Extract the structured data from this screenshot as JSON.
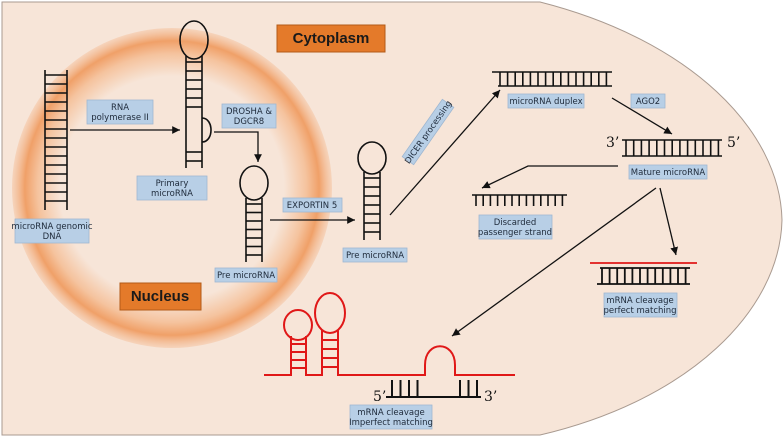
{
  "regions": {
    "cytoplasm": "Cytoplasm",
    "nucleus": "Nucleus"
  },
  "labels": {
    "genomic_dna": [
      "microRNA genomic",
      "DNA"
    ],
    "rna_polymerase": [
      "RNA",
      "polymerase II"
    ],
    "primary_microrna": [
      "Primary",
      "microRNA"
    ],
    "drosha_dgcr8": [
      "DROSHA &",
      "DGCR8"
    ],
    "pre_microrna_nucleus": "Pre microRNA",
    "exportin": "EXPORTIN 5",
    "pre_microrna_cyto": "Pre microRNA",
    "dicer": "DICER processing",
    "duplex": "microRNA duplex",
    "ago2": "AGO2",
    "mature": "Mature microRNA",
    "discarded": [
      "Discarded",
      "passenger strand"
    ],
    "perfect": [
      "mRNA cleavage",
      "perfect matching"
    ],
    "imperfect": [
      "mRNA cleavage",
      "Imperfect matching"
    ]
  },
  "ends": {
    "mature_3": "3’",
    "mature_5": "5’",
    "mrna_5": "5’",
    "mrna_3": "3’"
  },
  "colors": {
    "cytoplasm_fill": "#f7e5d8",
    "nucleus_glow": "#f0a068",
    "label_box": "#b8cfe6",
    "region_box": "#e47a2a",
    "mrna_red": "#e01818",
    "strand_black": "#111111"
  }
}
